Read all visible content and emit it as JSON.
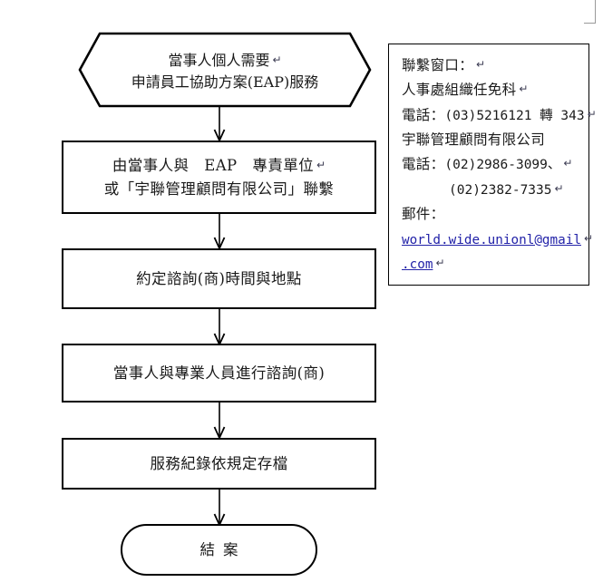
{
  "document": {
    "type": "flowchart",
    "title": "員工協助方案(EAP)服務流程圖",
    "language": "zh-Hant",
    "paragraph_mark": "↵"
  },
  "colors": {
    "stroke": "#000000",
    "text": "#1a1a1a",
    "link": "#2222a8",
    "background": "#ffffff",
    "corner_mark": "#9a9a9a"
  },
  "flow": {
    "nodes": [
      {
        "id": "start",
        "shape": "hexagon",
        "lines": [
          {
            "text": "當事人個人需要",
            "mark": "↵"
          },
          {
            "text": "申請員工協助方案(EAP)服務",
            "mark": ""
          }
        ]
      },
      {
        "id": "contact-unit",
        "shape": "rectangle",
        "lines": [
          {
            "text": "由當事人與　EAP　專責單位",
            "mark": "↵"
          },
          {
            "text": "或「宇聯管理顧問有限公司」聯繫",
            "mark": ""
          }
        ]
      },
      {
        "id": "schedule",
        "shape": "rectangle",
        "lines": [
          {
            "text": "約定諮詢(商)時間與地點",
            "mark": ""
          }
        ]
      },
      {
        "id": "consult",
        "shape": "rectangle",
        "lines": [
          {
            "text": "當事人與專業人員進行諮詢(商)",
            "mark": ""
          }
        ]
      },
      {
        "id": "archive",
        "shape": "rectangle",
        "lines": [
          {
            "text": "服務紀錄依規定存檔",
            "mark": ""
          }
        ]
      },
      {
        "id": "end",
        "shape": "stadium",
        "lines": [
          {
            "text": "結案",
            "mark": ""
          }
        ]
      }
    ],
    "connectors": [
      {
        "from": "start",
        "to": "contact-unit",
        "style": "arrow-down"
      },
      {
        "from": "contact-unit",
        "to": "schedule",
        "style": "arrow-down"
      },
      {
        "from": "schedule",
        "to": "consult",
        "style": "arrow-down"
      },
      {
        "from": "consult",
        "to": "archive",
        "style": "arrow-down"
      },
      {
        "from": "archive",
        "to": "end",
        "style": "arrow-down"
      }
    ]
  },
  "contact": {
    "lines": [
      {
        "label": "聯繫窗口：",
        "value": "",
        "mark": "↵",
        "mono": false,
        "indent": false,
        "link": false
      },
      {
        "label": "人事處組織任免科",
        "value": "",
        "mark": "↵",
        "mono": false,
        "indent": false,
        "link": false
      },
      {
        "label": "電話：",
        "value": "(03)5216121 轉 343",
        "mark": "↵",
        "mono": true,
        "indent": false,
        "link": false
      },
      {
        "label": "宇聯管理顧問有限公司",
        "value": "",
        "mark": "",
        "mono": false,
        "indent": false,
        "link": false
      },
      {
        "label": "電話：",
        "value": "(02)2986-3099、",
        "mark": "↵",
        "mono": true,
        "indent": false,
        "link": false
      },
      {
        "label": "",
        "value": "(02)2382-7335",
        "mark": "↵",
        "mono": true,
        "indent": true,
        "link": false
      },
      {
        "label": "郵件：",
        "value": "",
        "mark": "",
        "mono": false,
        "indent": false,
        "link": false
      },
      {
        "label": "",
        "value": "world.wide.unionl@gmail",
        "mark": "↵",
        "mono": true,
        "indent": false,
        "link": true
      },
      {
        "label": "",
        "value": ".com",
        "mark": "↵",
        "mono": true,
        "indent": false,
        "link": true
      }
    ],
    "email_full": "world.wide.unionl@gmail.com"
  }
}
